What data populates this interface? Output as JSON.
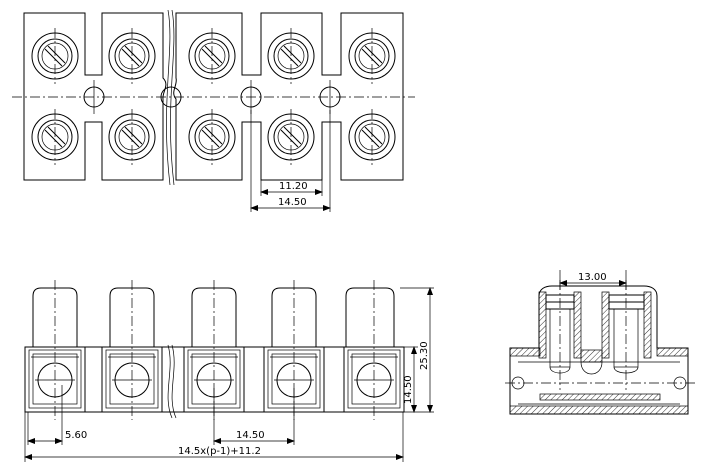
{
  "top_view": {
    "dim_inner": "11.20",
    "dim_outer": "14.50"
  },
  "front_view": {
    "dim_left": "5.60",
    "dim_pitch": "14.50",
    "dim_total": "14.5x(p-1)+11.2",
    "dim_height": "25.30",
    "dim_inner_height": "14.50"
  },
  "side_view": {
    "dim_width": "13.00"
  }
}
